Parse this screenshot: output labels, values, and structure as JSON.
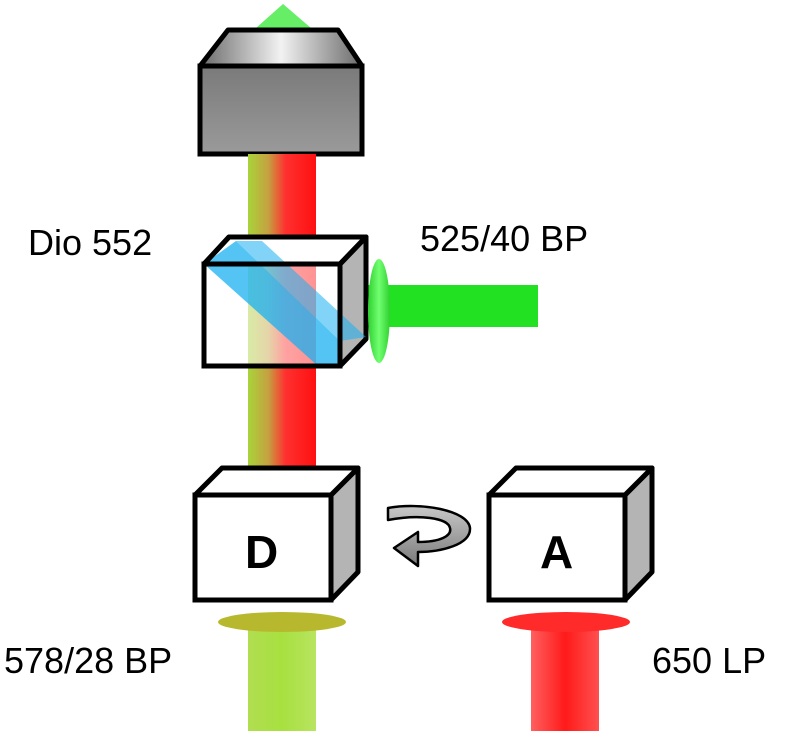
{
  "dichroic": {
    "label": "Dio 552"
  },
  "emission_filter_green": {
    "label": "525/40 BP"
  },
  "donor_cube": {
    "label": "D"
  },
  "acceptor_cube": {
    "label": "A"
  },
  "donor_filter": {
    "label": "578/28 BP",
    "color": "#b8b82e"
  },
  "acceptor_filter": {
    "label": "650 LP",
    "color": "#ff2a2a"
  },
  "colors": {
    "green_beam": "#22e022",
    "red_beam": "#ff1a1a",
    "yellow_green_beam": "#a8e040",
    "dichroic_mirror": "#1ab0f0",
    "objective": "#8a8a8a",
    "sample_marker": "#66ee66"
  }
}
